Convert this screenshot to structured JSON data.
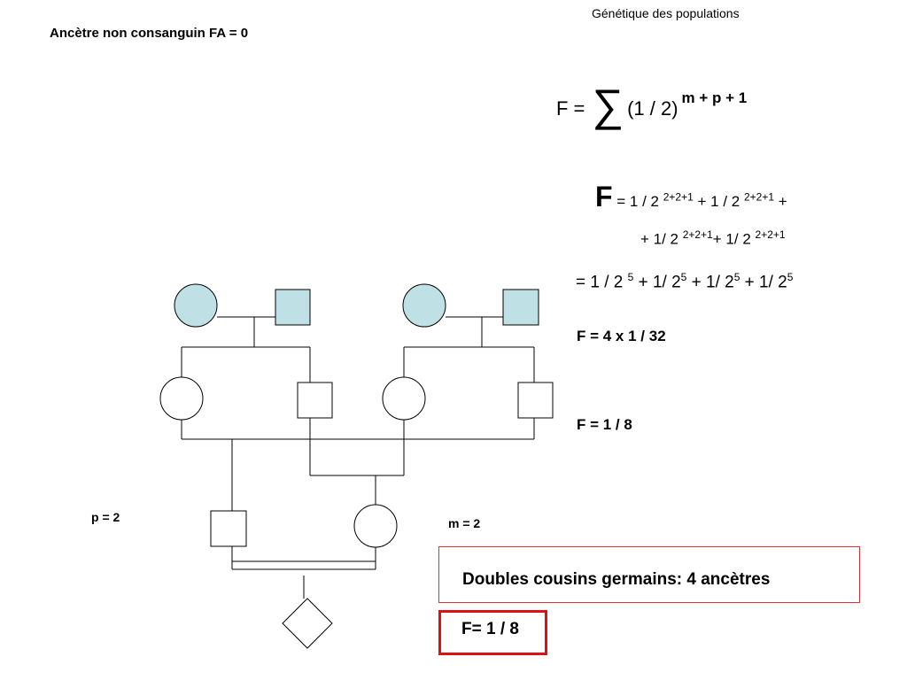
{
  "header": {
    "title": "Génétique des populations"
  },
  "note": "Ancètre non consanguin  FA = 0",
  "formula": {
    "lhs": "F =",
    "sigma": "∑",
    "term": "(1 / 2)",
    "exponent": "m + p + 1"
  },
  "calc": {
    "line1": {
      "f": "F",
      "t1": " = 1 / 2 ",
      "e1": "2+2+1",
      "t2": " + 1 / 2 ",
      "e2": "2+2+1",
      "t3": " +"
    },
    "line2": {
      "t1": "+  1/ 2 ",
      "e1": "2+2+1",
      "t2": "+ 1/ 2 ",
      "e2": "2+2+1"
    },
    "line3": {
      "t1": "= 1 / 2 ",
      "e1": "5",
      "t2": " + 1/ 2",
      "e2": "5",
      "t3": " + 1/ 2",
      "e3": "5",
      "t4": " + 1/ 2",
      "e4": "5"
    }
  },
  "results": {
    "step1": "F  =   4 x 1 / 32",
    "step2": "F  =  1  / 8"
  },
  "labels": {
    "p": "p  = 2",
    "m": "m = 2"
  },
  "cousins": {
    "text": "Doubles cousins germains:     4 ancètres"
  },
  "final_result": "F= 1 / 8",
  "colors": {
    "ancestor_fill": "#bfe0e4",
    "box_border": "#e01010",
    "line": "#000000"
  }
}
